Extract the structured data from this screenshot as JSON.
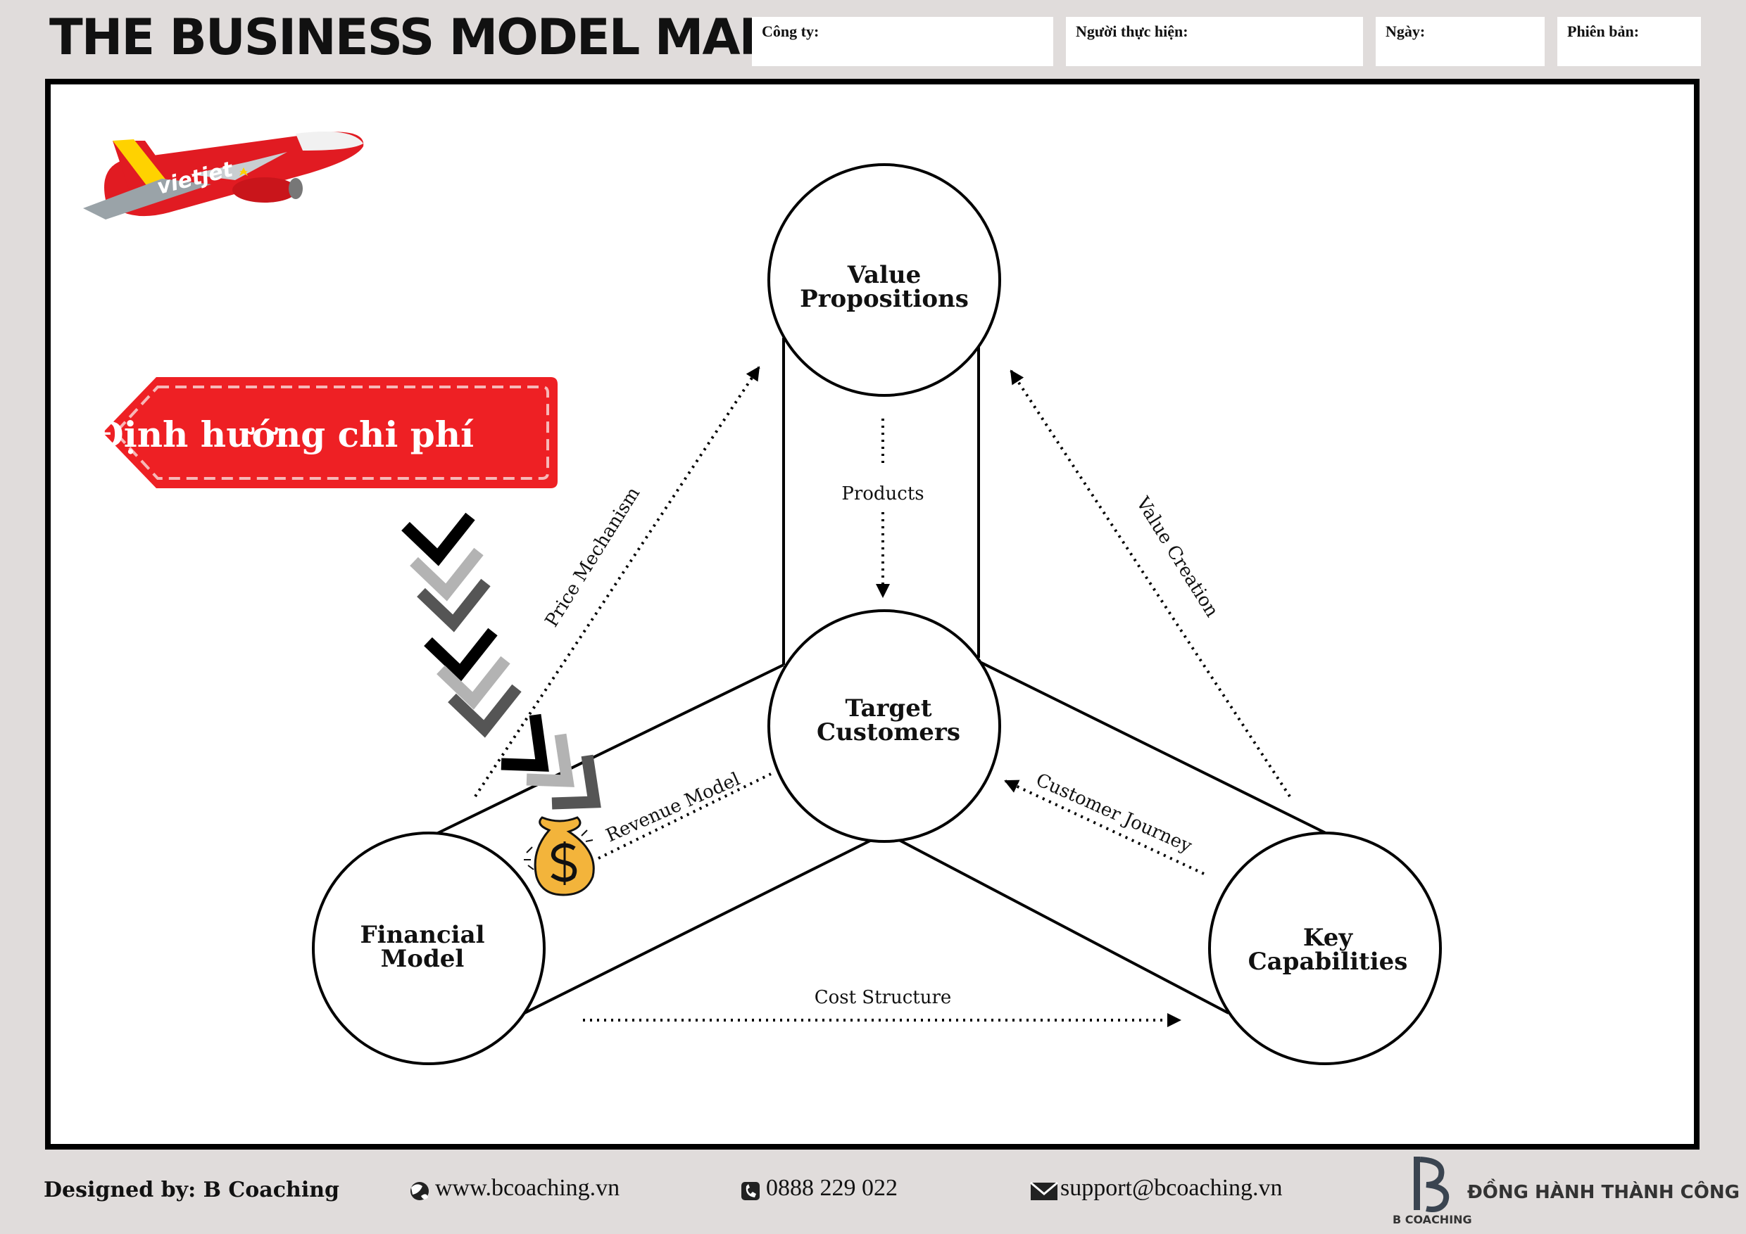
{
  "header": {
    "title": "THE BUSINESS MODEL MAP",
    "fields": [
      {
        "label": "Công ty:"
      },
      {
        "label": "Người thực hiện:"
      },
      {
        "label": "Ngày:"
      },
      {
        "label": "Phiên bản:"
      }
    ]
  },
  "nodes": {
    "value_propositions": "Value Propositions",
    "target_customers": "Target Customers",
    "financial_model": "Financial Model",
    "key_capabilities": "Key Capabilities"
  },
  "edges": {
    "products": "Products",
    "price_mechanism": "Price Mechanism",
    "value_creation": "Value Creation",
    "revenue_model": "Revenue Model",
    "customer_journey": "Customer Journey",
    "cost_structure": "Cost Structure"
  },
  "badge": {
    "label": "Định hướng chi phí",
    "color": "#ee2024"
  },
  "airplane": {
    "brand_text": "vietjet"
  },
  "footer": {
    "designed_by": "Designed by: B Coaching",
    "website": "www.bcoaching.vn",
    "phone": "0888 229 022",
    "email": "support@bcoaching.vn",
    "slogan": "ĐỒNG HÀNH THÀNH CÔNG",
    "logo_caption": "B COACHING"
  },
  "icons": [
    "globe-icon",
    "phone-icon",
    "mail-icon",
    "money-bag-icon",
    "airplane-icon",
    "chevron-arrow-icon",
    "b-logo-icon"
  ]
}
